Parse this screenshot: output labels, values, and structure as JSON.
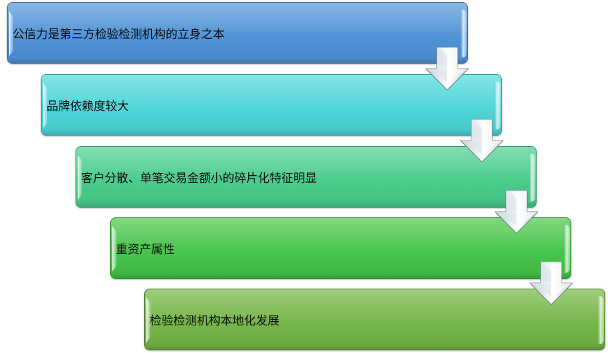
{
  "diagram": {
    "type": "vertical-step-process",
    "steps": [
      {
        "label": "公信力是第三方检验检测机构的立身之本",
        "color": "#5b9bd5"
      },
      {
        "label": "品牌依赖度较大",
        "color": "#4dd4d8"
      },
      {
        "label": "客户分散、单笔交易金额小的碎片化特征明显",
        "color": "#4ccd8e"
      },
      {
        "label": "重资产属性",
        "color": "#4cc64c"
      },
      {
        "label": "检验检测机构本地化发展",
        "color": "#76b54a"
      }
    ],
    "connectors": [
      {
        "from": 1,
        "to": 2,
        "icon": "down-arrow-icon"
      },
      {
        "from": 2,
        "to": 3,
        "icon": "down-arrow-icon"
      },
      {
        "from": 3,
        "to": 4,
        "icon": "down-arrow-icon"
      },
      {
        "from": 4,
        "to": 5,
        "icon": "down-arrow-icon"
      }
    ]
  }
}
